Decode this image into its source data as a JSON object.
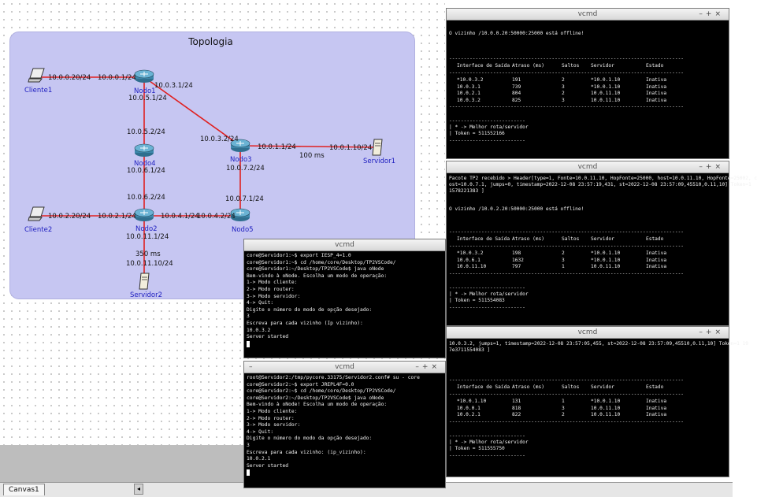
{
  "topology": {
    "title": "Topologia",
    "nodes": {
      "cliente1": "Cliente1",
      "cliente2": "Cliente2",
      "nodo1": "Nodo1",
      "nodo2": "Nodo2",
      "nodo3": "Nodo3",
      "nodo4": "Nodo4",
      "nodo5": "Nodo5",
      "servidor1": "Servidor1",
      "servidor2": "Servidor2"
    },
    "addresses": {
      "c1_if": "10.0.0.20/24",
      "n1_c1": "10.0.0.1/24",
      "n1_n3": "10.0.3.1/24",
      "n1_n4": "10.0.5.1/24",
      "n4_n1": "10.0.5.2/24",
      "n4_n2": "10.0.6.1/24",
      "n2_n4": "10.0.6.2/24",
      "n3_n1": "10.0.3.2/24",
      "n3_s1": "10.0.1.1/24",
      "s1_if": "10.0.1.10/24",
      "n3_n5": "10.0.7.2/24",
      "n5_n3": "10.0.7.1/24",
      "c2_if": "10.0.2.20/24",
      "n2_c2": "10.0.2.1/24",
      "n2_n5": "10.0.4.1/24",
      "n5_n2": "10.0.4.2/24",
      "n2_s2": "10.0.11.1/24",
      "s2_if": "10.0.11.10/24"
    },
    "delays": {
      "n3_s1": "100 ms",
      "n2_s2": "350 ms"
    }
  },
  "statusbar": {
    "canvas_tab": "Canvas1",
    "scroll_arrow": "◂"
  },
  "windows": {
    "vcmd1": {
      "title": "vcmd",
      "lines": [
        "core@Servidor1:~$ export IESP_4=1.0",
        "core@Servidor1:~$ cd /home/core/Desktop/TP2VSCode/",
        "core@Servidor1:~/Desktop/TP2VSCode$ java oNode",
        "Bem-vindo à oNode. Escolha um modo de operação:",
        "1-> Modo cliente:",
        "2-> Modo router:",
        "3-> Modo servidor:",
        "4-> Quit:",
        "Digite o número do modo de opção desejado:",
        "3",
        "Escreva para cada vizinho (Ip vizinho):",
        "10.0.3.2",
        "Server started"
      ]
    },
    "vcmd2": {
      "title": "vcmd",
      "lines": [
        "root@Servidor2:/tmp/pycore.33175/Servidor2.conf# su - core",
        "core@Servidor2:~$ export JREPL4F=0.0",
        "core@Servidor2:~$ cd /home/core/Desktop/TP2VSCode/",
        "core@Servidor2:~/Desktop/TP2VSCode$ java oNode",
        "Bem-vindo à oNode! Escolha um modo de operação:",
        "1-> Modo cliente:",
        "2-> Modo router:",
        "3-> Modo servidor:",
        "4-> Quit:",
        "Digite o número do modo da opção desejado:",
        "3",
        "Escreva para cada vizinho: (ip_vizinho):",
        "10.0.2.1",
        "Server started"
      ]
    },
    "vcmd3": {
      "title": "vcmd",
      "offline": "O vizinho /10.0.0.20:50000:25000 está offline!",
      "header": [
        "Interface de Saída",
        "Atraso (ms)",
        "Saltos",
        "Servidor",
        "Estado"
      ],
      "rows": [
        [
          "*10.0.3.2",
          "191",
          "2",
          "*10.0.1.10",
          "Inativa"
        ],
        [
          "10.0.3.1",
          "739",
          "3",
          "*10.0.1.10",
          "Inativa"
        ],
        [
          "10.0.2.1",
          "804",
          "2",
          "10.0.11.10",
          "Inativa"
        ],
        [
          "10.0.3.2",
          "825",
          "3",
          "10.0.11.10",
          "Inativa"
        ]
      ],
      "best": "* -> Melhor rota/servidor",
      "token": "Token = 511552166"
    },
    "vcmd4": {
      "title": "vcmd",
      "packet_a": "Pacote TP2 recebido > Header[type=1, Fonte=10.0.11.10, HopFonte=25000, host=10.0.11.10, HopFonte=25002, c",
      "packet_b": "ost=10.0.7.1, jumps=0, timestamp=2022-12-08 23:57:19,431, st=2022-12-08 23:57:09,45510,0.11,10] Token=1",
      "packet_c": "1578221383 ]",
      "offline": "O vizinho /10.0.2.20:50000:25000 está offline!",
      "header": [
        "Interface de Saída",
        "Atraso (ms)",
        "Saltos",
        "Servidor",
        "Estado"
      ],
      "rows": [
        [
          "*10.0.3.2",
          "198",
          "2",
          "*10.0.1.10",
          "Inativa"
        ],
        [
          "10.0.6.1",
          "1632",
          "3",
          "*10.0.1.10",
          "Inativa"
        ],
        [
          "10.0.11.10",
          "797",
          "1",
          "10.0.11.10",
          "Inativa"
        ]
      ],
      "best": "* -> Melhor rota/servidor",
      "token": "Token = 511554083"
    },
    "vcmd5": {
      "title": "vcmd",
      "packet_a": "10.0.3.2, jumps=1, timestamp=2022-12-08 23:57:05,455, st=2022-12-08 23:57:09,45510,0.11,10] Token=1 19",
      "packet_b": "7e3711554083 ]",
      "header": [
        "Interface de Saída",
        "Atraso (ms)",
        "Saltos",
        "Servidor",
        "Estado"
      ],
      "rows": [
        [
          "*10.0.1.10",
          "131",
          "1",
          "*10.0.1.10",
          "Inativa"
        ],
        [
          "10.0.0.1",
          "818",
          "3",
          "10.0.11.10",
          "Inativa"
        ],
        [
          "10.0.2.1",
          "822",
          "2",
          "10.0.11.10",
          "Inativa"
        ]
      ],
      "best": "* -> Melhor rota/servidor",
      "token": "Token = 511555750"
    }
  }
}
